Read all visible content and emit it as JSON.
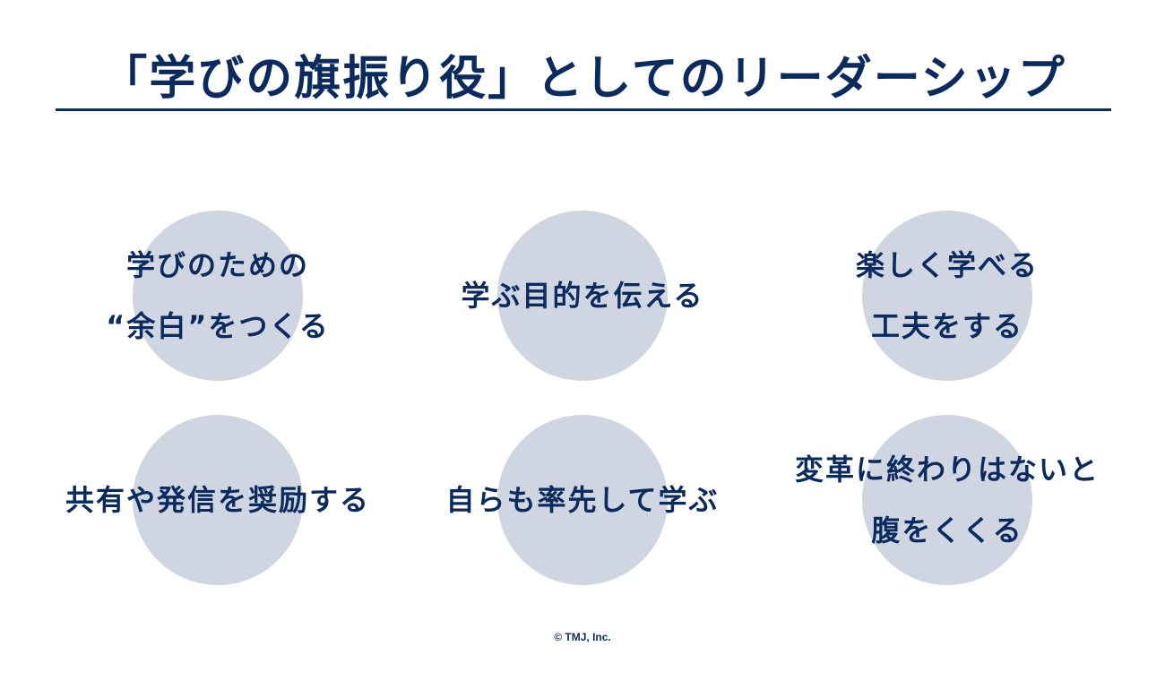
{
  "title": "「学びの旗振り役」としてのリーダーシップ",
  "items": [
    {
      "label": "学びのための\n“余白”をつくる"
    },
    {
      "label": "学ぶ目的を伝える"
    },
    {
      "label": "楽しく学べる\n工夫をする"
    },
    {
      "label": "共有や発信を奨励する"
    },
    {
      "label": "自らも率先して学ぶ"
    },
    {
      "label": "変革に終わりはないと\n腹をくくる"
    }
  ],
  "copyright": "© TMJ, Inc.",
  "colors": {
    "navy": "#0b2a5e",
    "circle": "#d0d5e2"
  }
}
